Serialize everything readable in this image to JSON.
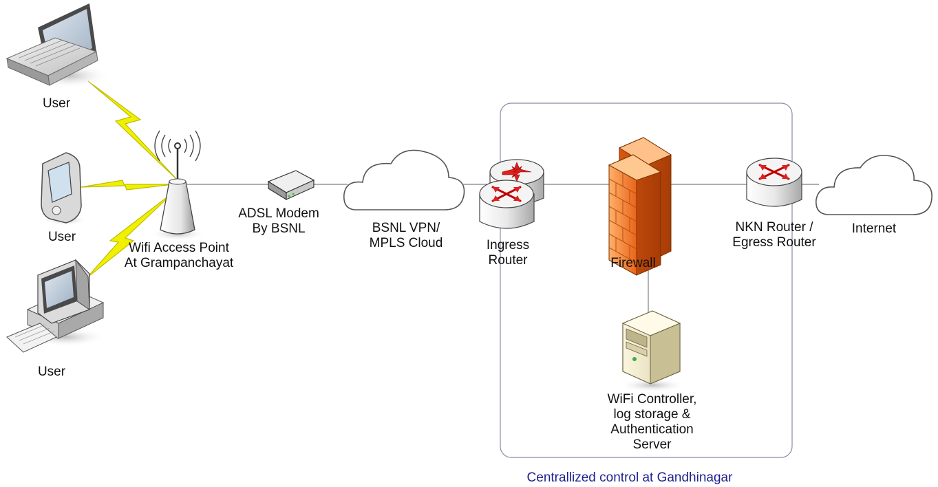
{
  "colors": {
    "link_line": "#7f7f7f",
    "wireless_bolt": "#f0f000",
    "group_border": "#8a8aa8",
    "firewall_orange": "#f07a22",
    "router_arrow": "#e02020",
    "caption_text": "#1f1f8f"
  },
  "nodes": {
    "laptop_user": {
      "icon": "laptop-icon",
      "label": "User"
    },
    "pda_user": {
      "icon": "pda-icon",
      "label": "User"
    },
    "desktop_user": {
      "icon": "desktop-computer-icon",
      "label": "User"
    },
    "access_point": {
      "icon": "wireless-access-point-icon",
      "label_line1": "Wifi Access Point",
      "label_line2": "At Grampanchayat"
    },
    "modem": {
      "icon": "adsl-modem-icon",
      "label_line1": "ADSL Modem",
      "label_line2": "By BSNL"
    },
    "bsnl_cloud": {
      "icon": "cloud-icon",
      "label_line1": "BSNL VPN/",
      "label_line2": "MPLS Cloud"
    },
    "ingress_router": {
      "icon": "router-icon",
      "label_line1": "Ingress",
      "label_line2": "Router"
    },
    "firewall": {
      "icon": "firewall-icon",
      "label": "Firewall"
    },
    "egress_router": {
      "icon": "router-icon",
      "label_line1": "NKN Router /",
      "label_line2": "Egress Router"
    },
    "internet": {
      "icon": "cloud-icon",
      "label": "Internet"
    },
    "server": {
      "icon": "server-icon",
      "label_line1": "WiFi Controller,",
      "label_line2": "log storage &",
      "label_line3": "Authentication",
      "label_line4": "Server"
    }
  },
  "group": {
    "caption": "Centrallized control at Gandhinagar"
  },
  "links": [
    {
      "from": "laptop_user",
      "to": "access_point",
      "kind": "wireless"
    },
    {
      "from": "pda_user",
      "to": "access_point",
      "kind": "wireless"
    },
    {
      "from": "desktop_user",
      "to": "access_point",
      "kind": "wireless"
    },
    {
      "from": "access_point",
      "to": "modem",
      "kind": "wired"
    },
    {
      "from": "modem",
      "to": "bsnl_cloud",
      "kind": "wired"
    },
    {
      "from": "bsnl_cloud",
      "to": "ingress_router",
      "kind": "wired"
    },
    {
      "from": "ingress_router",
      "to": "firewall",
      "kind": "wired"
    },
    {
      "from": "firewall",
      "to": "egress_router",
      "kind": "wired"
    },
    {
      "from": "egress_router",
      "to": "internet",
      "kind": "wired"
    },
    {
      "from": "firewall",
      "to": "server",
      "kind": "wired"
    }
  ]
}
